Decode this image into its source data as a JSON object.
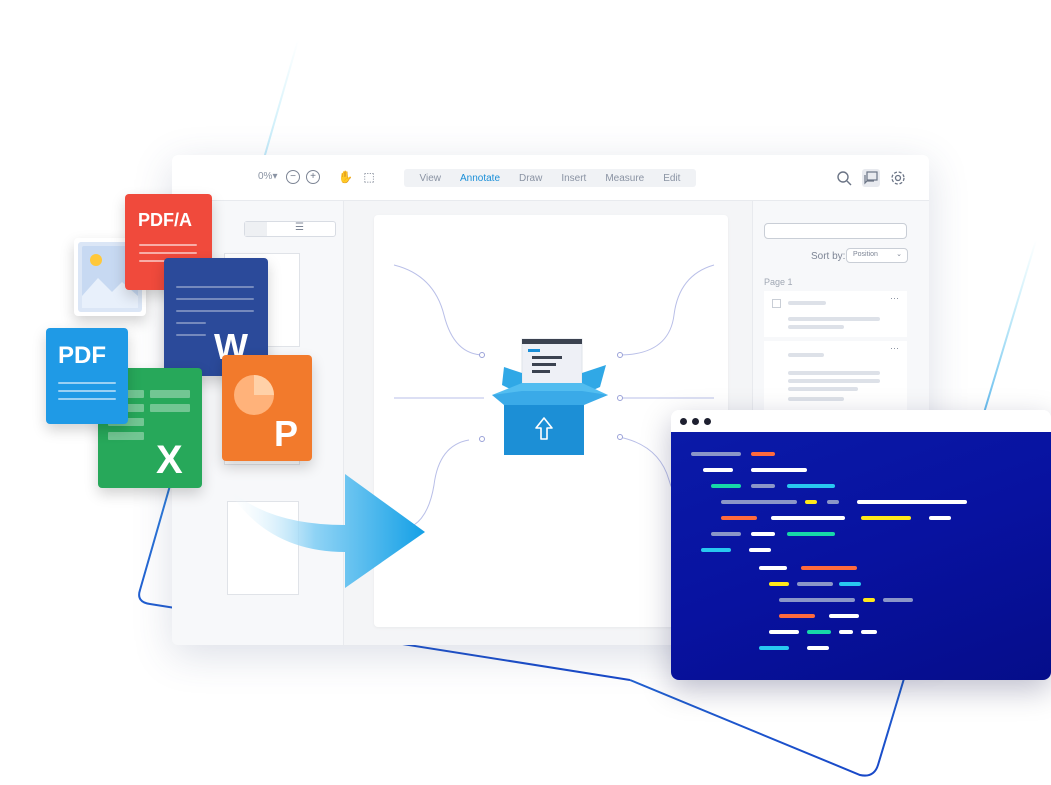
{
  "toolbar": {
    "zoom_value": "0%",
    "zoom_chevron": "▾",
    "zoom_out_glyph": "−",
    "zoom_in_glyph": "+",
    "pan_icon": "✋",
    "select_icon": "⬚",
    "tabs": [
      {
        "label": "View",
        "active": false
      },
      {
        "label": "Annotate",
        "active": true
      },
      {
        "label": "Draw",
        "active": false
      },
      {
        "label": "Insert",
        "active": false
      },
      {
        "label": "Measure",
        "active": false
      },
      {
        "label": "Edit",
        "active": false
      }
    ],
    "right_icons": [
      "search-icon",
      "comments-icon",
      "settings-icon"
    ]
  },
  "left_panel": {
    "list_icon": "☰"
  },
  "right_panel": {
    "sort_label": "Sort by:",
    "sort_value": "Position",
    "sort_chevron": "⌄",
    "page_label": "Page 1",
    "card_menu": "···"
  },
  "files": {
    "pdfa_label": "PDF/A",
    "pdf_label": "PDF",
    "word_label": "W",
    "excel_label": "X",
    "ppt_label": "P"
  },
  "colors": {
    "accent": "#1a8fd8",
    "pdfa": "#f04a3c",
    "pdf": "#1f9ae6",
    "word": "#2b4a9a",
    "excel": "#27a85a",
    "ppt": "#f27a2c",
    "editor_bg": "#0a1aa8"
  }
}
